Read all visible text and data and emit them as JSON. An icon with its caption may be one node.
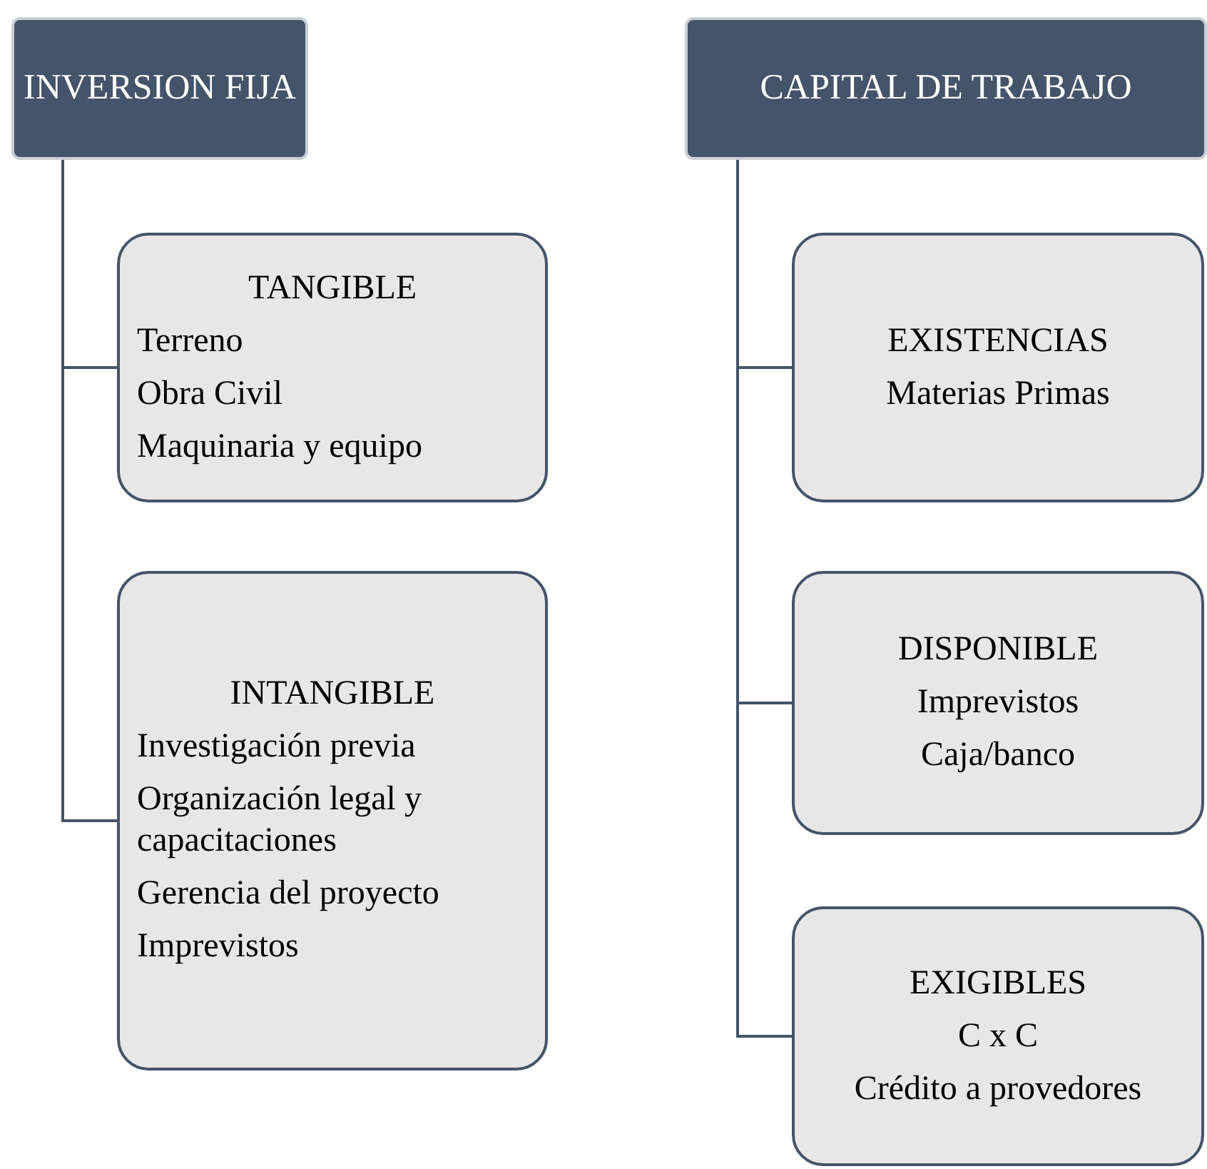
{
  "diagram": {
    "nodes": [
      {
        "text": [
          "INVERSION FIJA"
        ]
      },
      {
        "text": [
          "TANGIBLE",
          "Terreno",
          "Obra Civil",
          "Maquinaria y equipo"
        ]
      },
      {
        "text": [
          "INTANGIBLE",
          "Investigación previa",
          "Organización legal y capacitaciones",
          "Gerencia del proyecto",
          "Imprevistos"
        ]
      },
      {
        "text": [
          "CAPITAL DE TRABAJO"
        ]
      },
      {
        "text": [
          "EXISTENCIAS",
          "Materias Primas"
        ]
      },
      {
        "text": [
          "DISPONIBLE",
          "Imprevistos",
          "Caja/banco"
        ]
      },
      {
        "text": [
          "EXIGIBLES",
          "C x C",
          "Crédito a provedores"
        ]
      }
    ],
    "edges": [
      {
        "from": 0,
        "to": 1,
        "arrow": "none"
      },
      {
        "from": 0,
        "to": 2,
        "arrow": "none"
      },
      {
        "from": 3,
        "to": 4,
        "arrow": "none"
      },
      {
        "from": 3,
        "to": 5,
        "arrow": "none"
      },
      {
        "from": 3,
        "to": 6,
        "arrow": "none"
      }
    ]
  }
}
